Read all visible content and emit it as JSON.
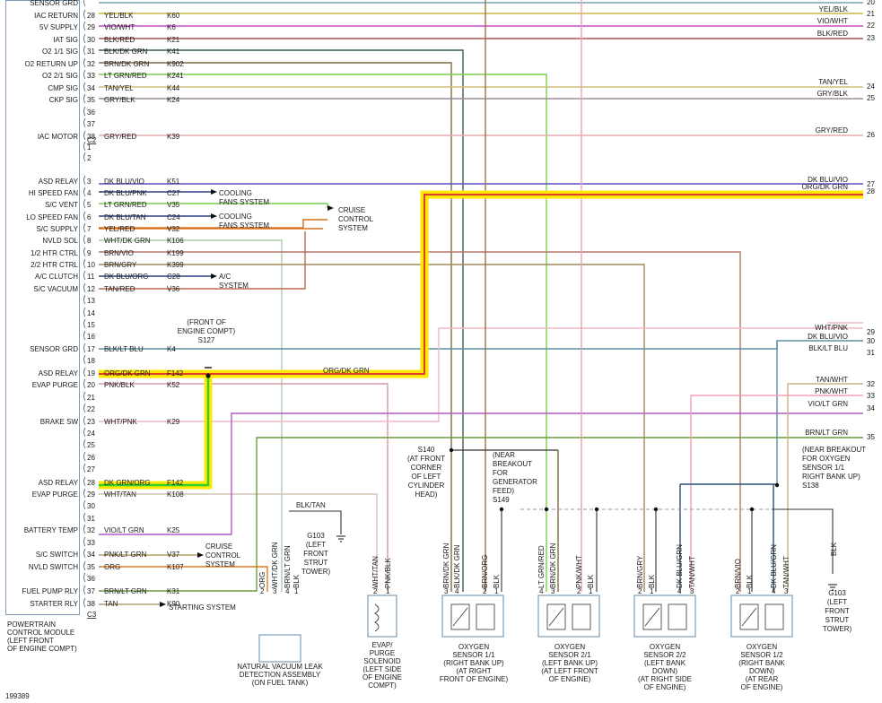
{
  "module": {
    "name_lines": [
      "POWERTRAIN",
      "CONTROL MODULE",
      "(LEFT FRONT",
      "OF ENGINE COMPT)"
    ],
    "connectors": [
      "C2",
      "C3"
    ]
  },
  "pins": [
    {
      "label": "SENSOR GRD",
      "num": "",
      "color": "",
      "circuit": ""
    },
    {
      "label": "IAC RETURN",
      "num": "28",
      "color": "YEL/BLK",
      "circuit": "K60"
    },
    {
      "label": "5V SUPPLY",
      "num": "29",
      "color": "VIO/WHT",
      "circuit": "K6"
    },
    {
      "label": "IAT SIG",
      "num": "30",
      "color": "BLK/RED",
      "circuit": "K21"
    },
    {
      "label": "O2 1/1 SIG",
      "num": "31",
      "color": "BLK/DK GRN",
      "circuit": "K41"
    },
    {
      "label": "O2 RETURN UP",
      "num": "32",
      "color": "BRN/DK GRN",
      "circuit": "K902"
    },
    {
      "label": "O2 2/1 SIG",
      "num": "33",
      "color": "LT GRN/RED",
      "circuit": "K241"
    },
    {
      "label": "CMP SIG",
      "num": "34",
      "color": "TAN/YEL",
      "circuit": "K44"
    },
    {
      "label": "CKP SIG",
      "num": "35",
      "color": "GRY/BLK",
      "circuit": "K24"
    },
    {
      "label": "",
      "num": "36",
      "color": "",
      "circuit": ""
    },
    {
      "label": "",
      "num": "37",
      "color": "",
      "circuit": ""
    },
    {
      "label": "IAC MOTOR",
      "num": "38",
      "color": "GRY/RED",
      "circuit": "K39"
    },
    {
      "label": "",
      "num": "1",
      "color": "",
      "circuit": ""
    },
    {
      "label": "",
      "num": "2",
      "color": "",
      "circuit": ""
    },
    {
      "label": "ASD RELAY",
      "num": "3",
      "color": "DK BLU/VIO",
      "circuit": "K51"
    },
    {
      "label": "HI SPEED FAN",
      "num": "4",
      "color": "DK BLU/PNK",
      "circuit": "C27"
    },
    {
      "label": "S/C VENT",
      "num": "5",
      "color": "LT GRN/RED",
      "circuit": "V35"
    },
    {
      "label": "LO SPEED FAN",
      "num": "6",
      "color": "DK BLU/TAN",
      "circuit": "C24"
    },
    {
      "label": "S/C SUPPLY",
      "num": "7",
      "color": "YEL/RED",
      "circuit": "V32"
    },
    {
      "label": "NVLD SOL",
      "num": "8",
      "color": "WHT/DK GRN",
      "circuit": "K106"
    },
    {
      "label": "1/2 HTR CTRL",
      "num": "9",
      "color": "BRN/VIO",
      "circuit": "K199"
    },
    {
      "label": "2/2 HTR CTRL",
      "num": "10",
      "color": "BRN/GRY",
      "circuit": "K399"
    },
    {
      "label": "A/C CLUTCH",
      "num": "11",
      "color": "DK BLU/ORG",
      "circuit": "C28"
    },
    {
      "label": "S/C VACUUM",
      "num": "12",
      "color": "TAN/RED",
      "circuit": "V36"
    },
    {
      "label": "",
      "num": "13",
      "color": "",
      "circuit": ""
    },
    {
      "label": "",
      "num": "14",
      "color": "",
      "circuit": ""
    },
    {
      "label": "",
      "num": "15",
      "color": "",
      "circuit": ""
    },
    {
      "label": "",
      "num": "16",
      "color": "",
      "circuit": ""
    },
    {
      "label": "SENSOR GRD",
      "num": "17",
      "color": "BLK/LT BLU",
      "circuit": "K4"
    },
    {
      "label": "",
      "num": "18",
      "color": "",
      "circuit": ""
    },
    {
      "label": "ASD RELAY",
      "num": "19",
      "color": "ORG/DK GRN",
      "circuit": "F142"
    },
    {
      "label": "EVAP PURGE",
      "num": "20",
      "color": "PNK/BLK",
      "circuit": "K52"
    },
    {
      "label": "",
      "num": "21",
      "color": "",
      "circuit": ""
    },
    {
      "label": "",
      "num": "22",
      "color": "",
      "circuit": ""
    },
    {
      "label": "BRAKE SW",
      "num": "23",
      "color": "WHT/PNK",
      "circuit": "K29"
    },
    {
      "label": "",
      "num": "24",
      "color": "",
      "circuit": ""
    },
    {
      "label": "",
      "num": "25",
      "color": "",
      "circuit": ""
    },
    {
      "label": "",
      "num": "26",
      "color": "",
      "circuit": ""
    },
    {
      "label": "",
      "num": "27",
      "color": "",
      "circuit": ""
    },
    {
      "label": "ASD RELAY",
      "num": "28",
      "color": "DK GRN/ORG",
      "circuit": "F142"
    },
    {
      "label": "EVAP PURGE",
      "num": "29",
      "color": "WHT/TAN",
      "circuit": "K108"
    },
    {
      "label": "",
      "num": "30",
      "color": "",
      "circuit": ""
    },
    {
      "label": "",
      "num": "31",
      "color": "",
      "circuit": ""
    },
    {
      "label": "BATTERY TEMP",
      "num": "32",
      "color": "VIO/LT GRN",
      "circuit": "K25"
    },
    {
      "label": "",
      "num": "33",
      "color": "",
      "circuit": ""
    },
    {
      "label": "S/C SWITCH",
      "num": "34",
      "color": "PNK/LT GRN",
      "circuit": "V37"
    },
    {
      "label": "NVLD SWITCH",
      "num": "35",
      "color": "ORG",
      "circuit": "K107"
    },
    {
      "label": "",
      "num": "36",
      "color": "",
      "circuit": ""
    },
    {
      "label": "FUEL PUMP RLY",
      "num": "37",
      "color": "BRN/LT GRN",
      "circuit": "K31"
    },
    {
      "label": "STARTER RLY",
      "num": "38",
      "color": "TAN",
      "circuit": "K90"
    }
  ],
  "right_labels": [
    {
      "color": "",
      "num": "20"
    },
    {
      "color": "YEL/BLK",
      "num": "21"
    },
    {
      "color": "VIO/WHT",
      "num": "22"
    },
    {
      "color": "BLK/RED",
      "num": "23"
    },
    {
      "color": "TAN/YEL",
      "num": "24"
    },
    {
      "color": "GRY/BLK",
      "num": "25"
    },
    {
      "color": "GRY/RED",
      "num": "26"
    },
    {
      "color": "DK BLU/VIO",
      "num": "27"
    },
    {
      "color": "ORG/DK GRN",
      "num": "28"
    },
    {
      "color": "WHT/PNK",
      "num": "29"
    },
    {
      "color": "DK BLU/VIO",
      "num": "30"
    },
    {
      "color": "BLK/LT BLU",
      "num": "31"
    },
    {
      "color": "TAN/WHT",
      "num": "32"
    },
    {
      "color": "PNK/WHT",
      "num": "33"
    },
    {
      "color": "VIO/LT GRN",
      "num": "34"
    },
    {
      "color": "BRN/LT GRN",
      "num": "35"
    }
  ],
  "systems": {
    "cooling1": [
      "COOLING",
      "FANS SYSTEM"
    ],
    "cruise": [
      "CRUISE",
      "CONTROL",
      "SYSTEM"
    ],
    "cooling2": [
      "COOLING",
      "FANS SYSTEM"
    ],
    "ac": [
      "A/C",
      "SYSTEM"
    ],
    "cruise2": [
      "CRUISE",
      "CONTROL",
      "SYSTEM"
    ],
    "starting": "STARTING SYSTEM"
  },
  "splices": {
    "s127": [
      "(FRONT OF",
      "ENGINE COMPT)",
      "S127"
    ],
    "s140": [
      "S140",
      "(AT FRONT",
      "CORNER",
      "OF LEFT",
      "CYLINDER",
      "HEAD)"
    ],
    "s149": [
      "(NEAR",
      "BREAKOUT",
      "FOR",
      "GENERATOR",
      "FEED)",
      "S149"
    ],
    "s138": [
      "(NEAR BREAKOUT",
      "FOR OXYGEN",
      "SENSOR 1/1",
      "RIGHT BANK UP)",
      "S138"
    ],
    "mid_label": "ORG/DK GRN"
  },
  "grounds": {
    "g103a": [
      "G103",
      "(LEFT",
      "FRONT",
      "STRUT",
      "TOWER)"
    ],
    "g103a_wire": "BLK/TAN",
    "g103b": [
      "G103",
      "(LEFT",
      "FRONT",
      "STRUT",
      "TOWER)"
    ],
    "g103b_wire": "BLK"
  },
  "components": [
    {
      "name": [
        "NATURAL VACUUM LEAK",
        "DETECTION ASSEMBLY",
        "(ON FUEL TANK)"
      ],
      "wires": [
        "ORG",
        "WHT/DK GRN",
        "BRN/LT GRN",
        "BLK"
      ],
      "pins": [
        "2",
        "3",
        "4",
        "1"
      ]
    },
    {
      "name": [
        "EVAP/",
        "PURGE",
        "SOLENOID",
        "(LEFT SIDE",
        "OF ENGINE",
        "COMPT)"
      ],
      "wires": [
        "WHT/TAN",
        "PNK/BLK"
      ],
      "pins": [
        "2",
        "1"
      ]
    },
    {
      "name": [
        "OXYGEN",
        "SENSOR 1/1",
        "(RIGHT BANK UP)",
        "(AT RIGHT",
        "FRONT OF ENGINE)"
      ],
      "wires": [
        "BRN/DK GRN",
        "BLK/DK GRN",
        "BRN/ORG",
        "BLK"
      ],
      "pins": [
        "3",
        "4",
        "2",
        "1"
      ]
    },
    {
      "name": [
        "OXYGEN",
        "SENSOR 2/1",
        "(LEFT BANK UP)",
        "(AT LEFT FRONT",
        "OF ENGINE)"
      ],
      "wires": [
        "LT GRN/RED",
        "BRN/DK GRN",
        "PNK/WHT",
        "BLK"
      ],
      "pins": [
        "4",
        "3",
        "2",
        "1"
      ]
    },
    {
      "name": [
        "OXYGEN",
        "SENSOR 2/2",
        "(LEFT BANK",
        "DOWN)",
        "(AT RIGHT SIDE",
        "OF ENGINE)"
      ],
      "wires": [
        "BRN/GRY",
        "BLK",
        "DK BLU/GRN",
        "TAN/WHT"
      ],
      "pins": [
        "2",
        "1",
        "4",
        "3"
      ]
    },
    {
      "name": [
        "OXYGEN",
        "SENSOR 1/2",
        "(RIGHT BANK",
        "DOWN)",
        "(AT REAR",
        "OF ENGINE)"
      ],
      "wires": [
        "BRN/VIO",
        "BLK",
        "DK BLU/GRN",
        "TAN/WHT"
      ],
      "pins": [
        "2",
        "1",
        "4",
        "3"
      ]
    }
  ],
  "figure_number": "199389",
  "colors": {
    "highlight_yellow": "#ffe800",
    "highlight_red": "#e0402a",
    "highlight_green": "#2fcf2f",
    "pcm_border": "#7a9cb8"
  }
}
